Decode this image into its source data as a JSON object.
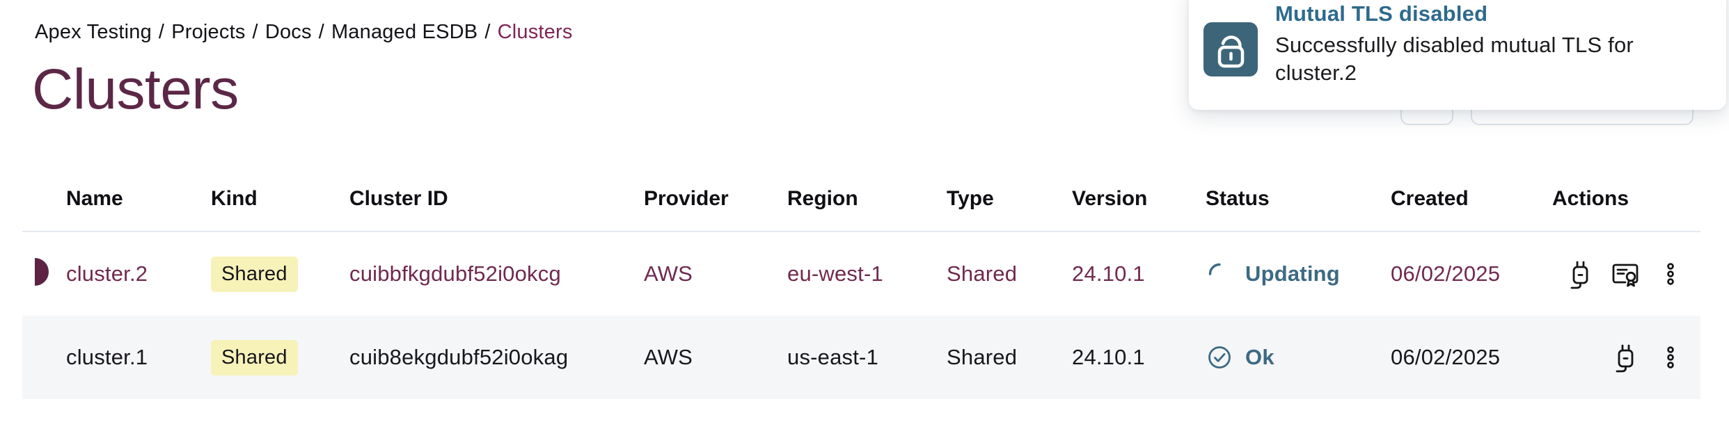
{
  "breadcrumb": {
    "separator": "/",
    "items": [
      "Apex Testing",
      "Projects",
      "Docs",
      "Managed ESDB"
    ],
    "current": "Clusters"
  },
  "page": {
    "title": "Clusters"
  },
  "toast": {
    "icon": "unlock-icon",
    "title": "Mutual TLS disabled",
    "message": "Successfully disabled mutual TLS for cluster.2"
  },
  "toolbar": {
    "refresh_icon": "refresh-icon",
    "caret_icon": "chevron-down-icon"
  },
  "table": {
    "columns": [
      "Name",
      "Kind",
      "Cluster ID",
      "Provider",
      "Region",
      "Type",
      "Version",
      "Status",
      "Created",
      "Actions"
    ],
    "rows": [
      {
        "name": "cluster.2",
        "kind": "Shared",
        "cluster_id": "cuibbfkgdubf52i0okcg",
        "provider": "AWS",
        "region": "eu-west-1",
        "type": "Shared",
        "version": "24.10.1",
        "status": "Updating",
        "status_icon": "spinner-icon",
        "created": "06/02/2025",
        "actions": [
          "connect-plug-icon",
          "certificate-icon",
          "kebab-menu-icon"
        ],
        "highlighted": true
      },
      {
        "name": "cluster.1",
        "kind": "Shared",
        "cluster_id": "cuib8ekgdubf52i0okag",
        "provider": "AWS",
        "region": "us-east-1",
        "type": "Shared",
        "version": "24.10.1",
        "status": "Ok",
        "status_icon": "check-circle-icon",
        "created": "06/02/2025",
        "actions": [
          "connect-plug-icon",
          "kebab-menu-icon"
        ],
        "highlighted": false
      }
    ]
  },
  "colors": {
    "plum_title": "#5c2746",
    "plum_link": "#70294f",
    "plum_breadcrumb_current": "#7e2554",
    "teal_accent": "#3c657a",
    "teal_status": "#3d6a84",
    "badge_yellow": "#f7f2b8",
    "row_alt_bg": "#f5f6f8",
    "divider": "#e3e8ee"
  }
}
